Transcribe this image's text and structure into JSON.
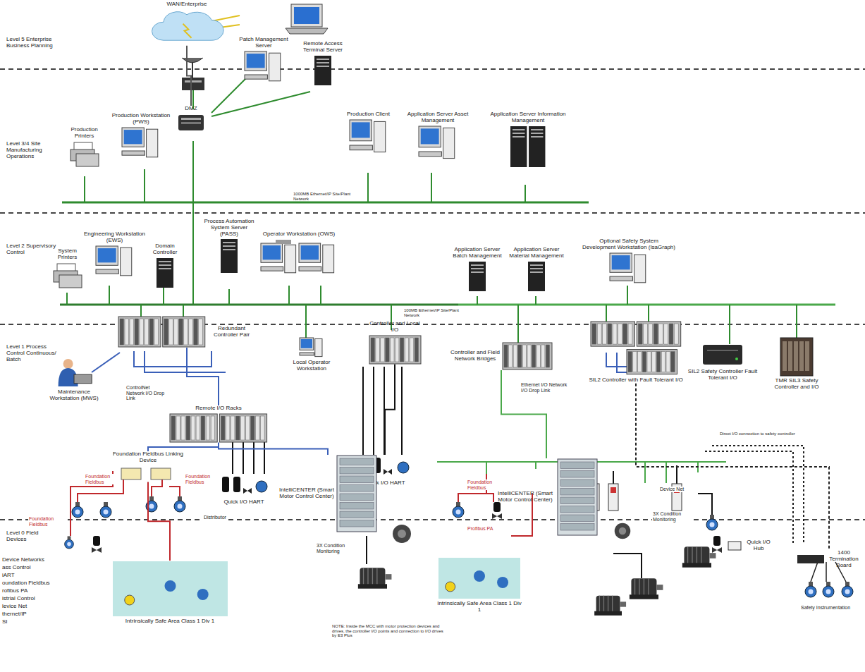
{
  "diagram": {
    "nodes": [
      {
        "text": [
          "WAN/Enterprise"
        ]
      },
      {
        "text": [
          "Patch Management Server"
        ]
      },
      {
        "text": [
          "Remote Access Terminal Server"
        ]
      },
      {
        "text": [
          "DMZ"
        ]
      },
      {
        "text": [
          "Production Printers"
        ]
      },
      {
        "text": [
          "Production Workstation (PWS)"
        ]
      },
      {
        "text": [
          "Production Client"
        ]
      },
      {
        "text": [
          "Application Server Asset Management"
        ]
      },
      {
        "text": [
          "Application Server Information Management"
        ]
      },
      {
        "text": [
          "System Printers"
        ]
      },
      {
        "text": [
          "Engineering Workstation (EWS)"
        ]
      },
      {
        "text": [
          "Domain Controller"
        ]
      },
      {
        "text": [
          "Process Automation System Server (PASS)"
        ]
      },
      {
        "text": [
          "Operator Workstation (OWS)"
        ]
      },
      {
        "text": [
          "Application Server Batch Management"
        ]
      },
      {
        "text": [
          "Application Server Material Management"
        ]
      },
      {
        "text": [
          "Optional Safety System Development Workstation (IsaGraph)"
        ]
      },
      {
        "text": [
          "Redundant Controller Pair"
        ]
      },
      {
        "text": [
          "Local Operator Workstation"
        ]
      },
      {
        "text": [
          "Maintenance Workstation (MWS)"
        ]
      },
      {
        "text": [
          "Controller and Local I/O"
        ]
      },
      {
        "text": [
          "Controller and Field Network Bridges"
        ]
      },
      {
        "text": [
          "SIL2 Controller with Fault Tolerant I/O"
        ]
      },
      {
        "text": [
          "SIL2 Safety Controller Fault Tolerant I/O"
        ]
      },
      {
        "text": [
          "TMR SIL3 Safety Controller and I/O"
        ]
      },
      {
        "text": [
          "Remote I/O Racks"
        ]
      },
      {
        "text": [
          "Foundation Fieldbus Linking Device"
        ]
      },
      {
        "text": [
          "Quick I/O HART"
        ]
      },
      {
        "text": [
          "Quick I/O HART"
        ]
      },
      {
        "text": [
          "IntelliCENTER (Smart Motor Control Center)"
        ]
      },
      {
        "text": [
          "Intrinsically Safe Area Class 1 Div 1"
        ]
      },
      {
        "text": [
          "IntelliCENTER (Smart Motor Control Center)"
        ]
      },
      {
        "text": [
          "Intrinsically Safe Area Class 1 Div 1"
        ]
      },
      {
        "text": [
          "Quick I/O Hub"
        ]
      },
      {
        "text": [
          "1400 Termination Board"
        ]
      }
    ],
    "edges": [
      {
        "from": 0,
        "to": 3,
        "arrow": "none"
      },
      {
        "from": 17,
        "to": 25,
        "arrow": "none"
      },
      {
        "from": 25,
        "to": 26,
        "arrow": "none"
      },
      {
        "from": 20,
        "to": 28,
        "arrow": "none"
      },
      {
        "from": 21,
        "to": 31,
        "arrow": "none"
      },
      {
        "from": 22,
        "to": 34,
        "arrow": "none"
      },
      {
        "from": 26,
        "to": 30,
        "arrow": "none"
      },
      {
        "from": 25,
        "to": 29,
        "arrow": "none"
      }
    ],
    "labels": [
      "Level 5 Enterprise Business Planning",
      "Level 3/4 Site Manufacturing Operations",
      "Level 2 Supervisory Control",
      "Level 1 Process Control Continuous/ Batch",
      "Level 0 Field Devices",
      "Device Networks",
      "ass Control",
      "iART",
      "oundation Fieldbus",
      "rofibus PA",
      "istrial Control",
      "levice Net",
      "thernet/IP",
      "SI",
      "1000MB Ethernet/IP Site/Plant Network",
      "100MB Ethernet/IP Site/Plant Network",
      "ControlNet Network I/O Drop Link",
      "Ethernet I/O Network I/O Drop Link",
      "Foundation Fieldbus",
      "Foundation Fieldbus",
      "Foundation Fieldbus",
      "Foundation Fieldbus",
      "Distributor",
      "3X Condition Monitoring",
      "3X Condition Monitoring",
      "Profibus PA",
      "Device Net",
      "Safety Instrumentation",
      "NOTE: Inside the MCC with motor protection devices and drives, the controller I/O points and connection to I/O drives by E3 Plus",
      "Direct I/O connection to safety controller"
    ]
  }
}
